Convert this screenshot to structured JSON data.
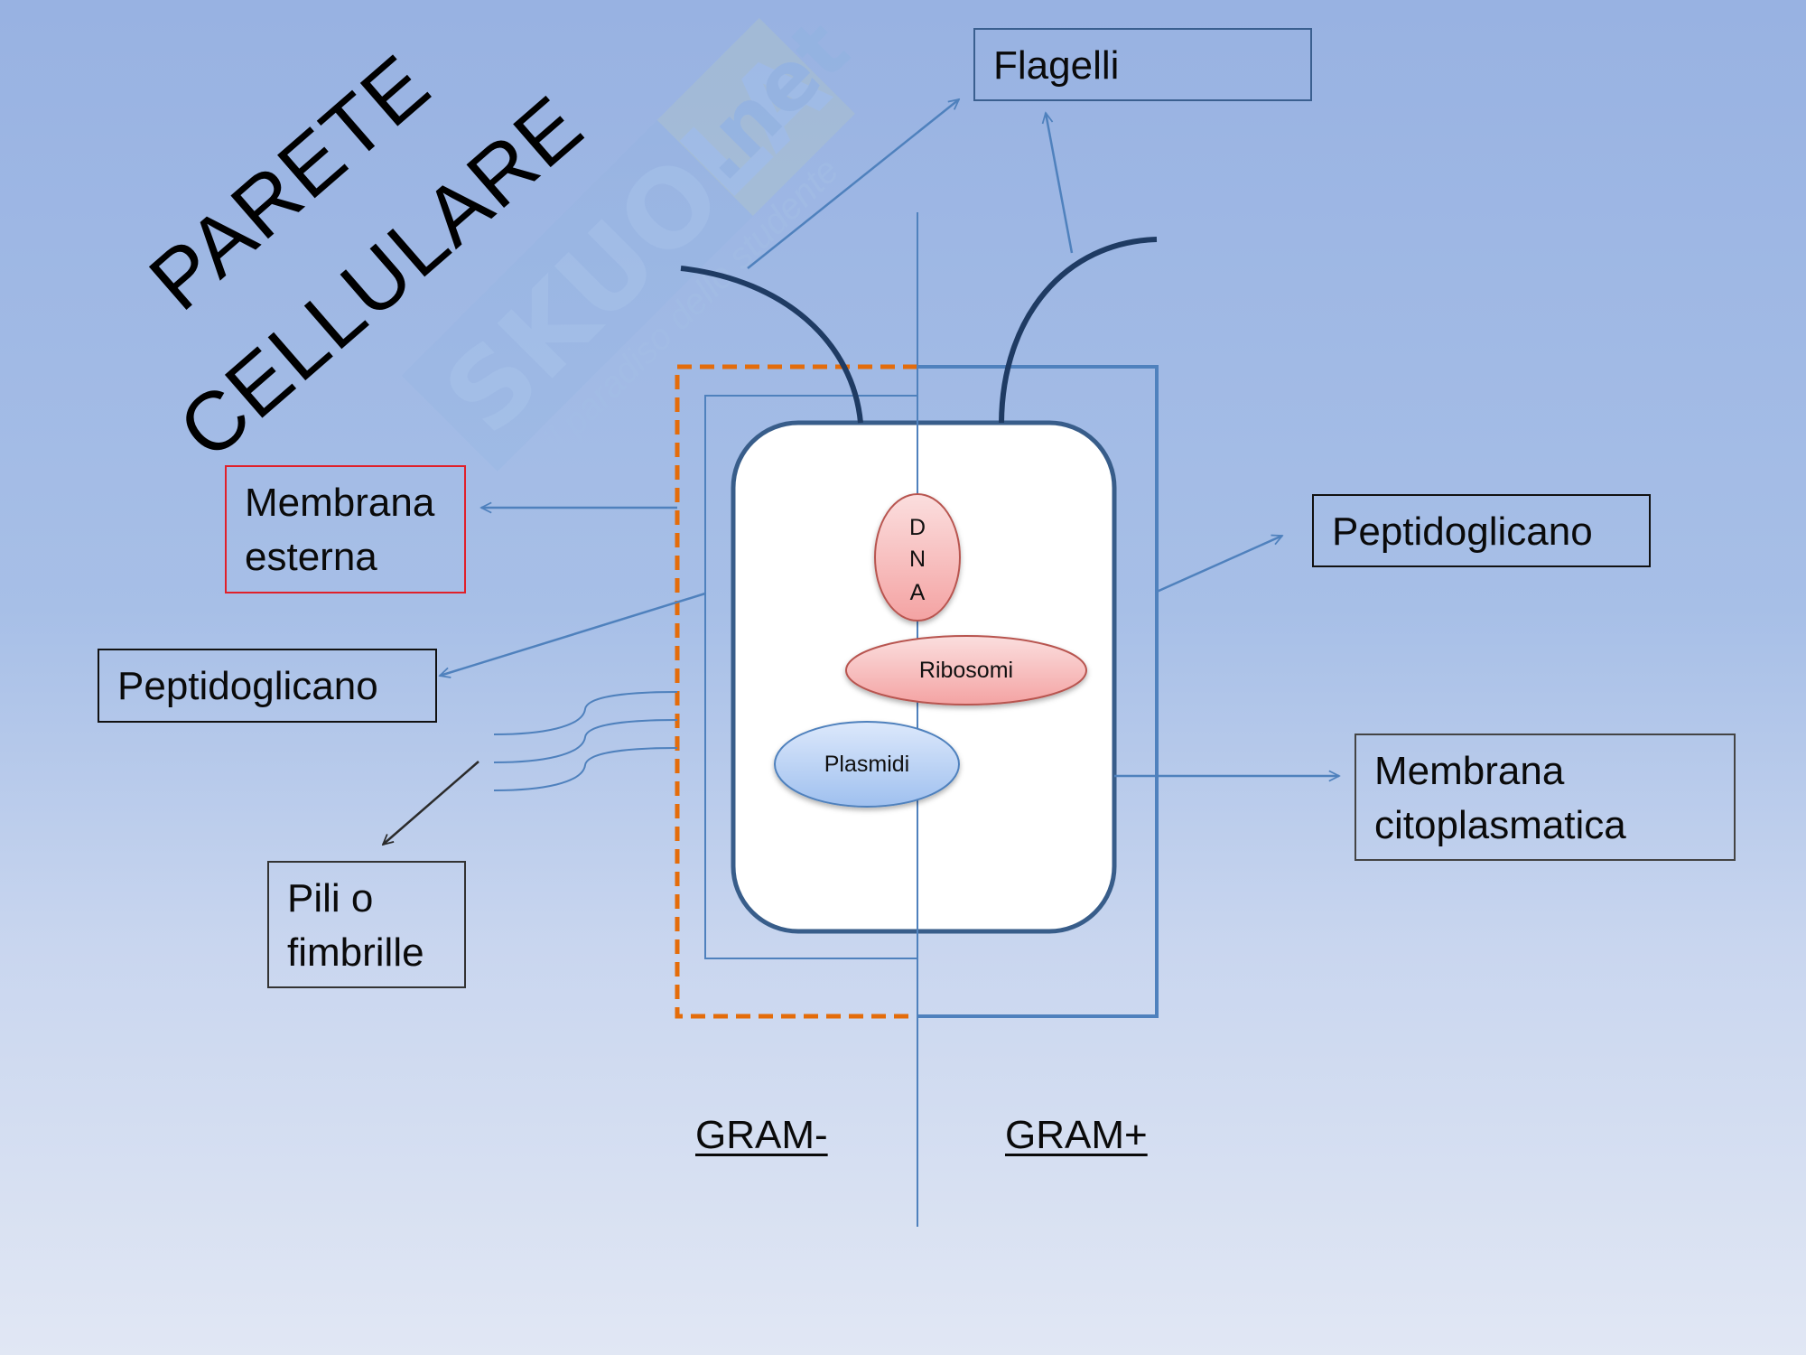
{
  "slide": {
    "title_line1": "PARETE",
    "title_line2": "CELLULARE",
    "watermark": {
      "brand": "SKUOLA",
      "domain": ".net",
      "tagline": "il paradiso dello studente"
    }
  },
  "labels": {
    "flagelli": "Flagelli",
    "membrana_esterna": [
      "Membrana",
      "esterna"
    ],
    "peptidoglicano_left": "Peptidoglicano",
    "pili": [
      "Pili o",
      "fimbrille"
    ],
    "peptidoglicano_right": "Peptidoglicano",
    "membrana_citoplasmatica": [
      "Membrana",
      "citoplasmatica"
    ]
  },
  "cell": {
    "dna_letters": [
      "D",
      "N",
      "A"
    ],
    "ribosomi": "Ribosomi",
    "plasmidi": "Plasmidi"
  },
  "sections": {
    "gram_negative": "GRAM-",
    "gram_positive": "GRAM+"
  },
  "colors": {
    "line_blue": "#4f81bd",
    "cell_border": "#385d8a",
    "flagellum": "#1f3b63",
    "outer_membrane_dash": "#e46c0a",
    "highlight_box_border": "#e0202a"
  }
}
